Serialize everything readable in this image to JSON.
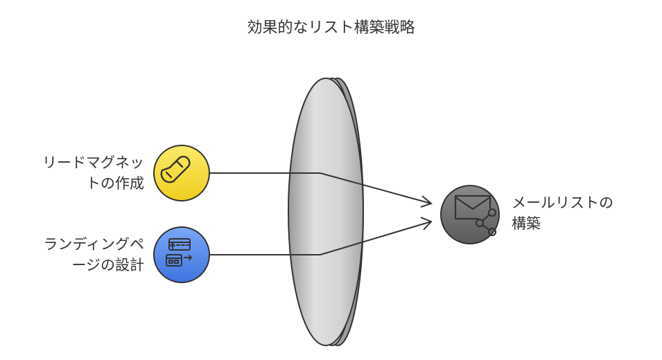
{
  "title": "効果的なリスト構築戦略",
  "inputs": [
    {
      "line1": "リードマグネッ",
      "line2": "トの作成",
      "icon": "magnet-icon",
      "color": "#f5dc3c"
    },
    {
      "line1": "ランディングペ",
      "line2": "ージの設計",
      "icon": "landing-page-icon",
      "color": "#5b8def"
    }
  ],
  "output": {
    "line1": "メールリストの",
    "line2": "構築",
    "icon": "email-share-icon",
    "color": "#6e6e6e"
  }
}
